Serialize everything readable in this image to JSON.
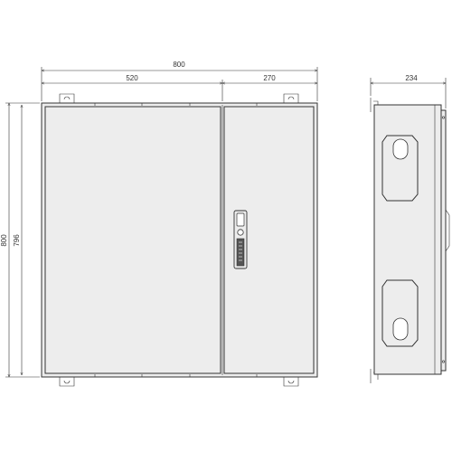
{
  "dimensions": {
    "overall_width": "800",
    "left_door_width": "520",
    "right_door_width": "270",
    "overall_height": "800",
    "body_height": "796",
    "depth": "234"
  },
  "colors": {
    "panel_fill": "#ededed",
    "line": "#333333",
    "background": "#ffffff"
  }
}
